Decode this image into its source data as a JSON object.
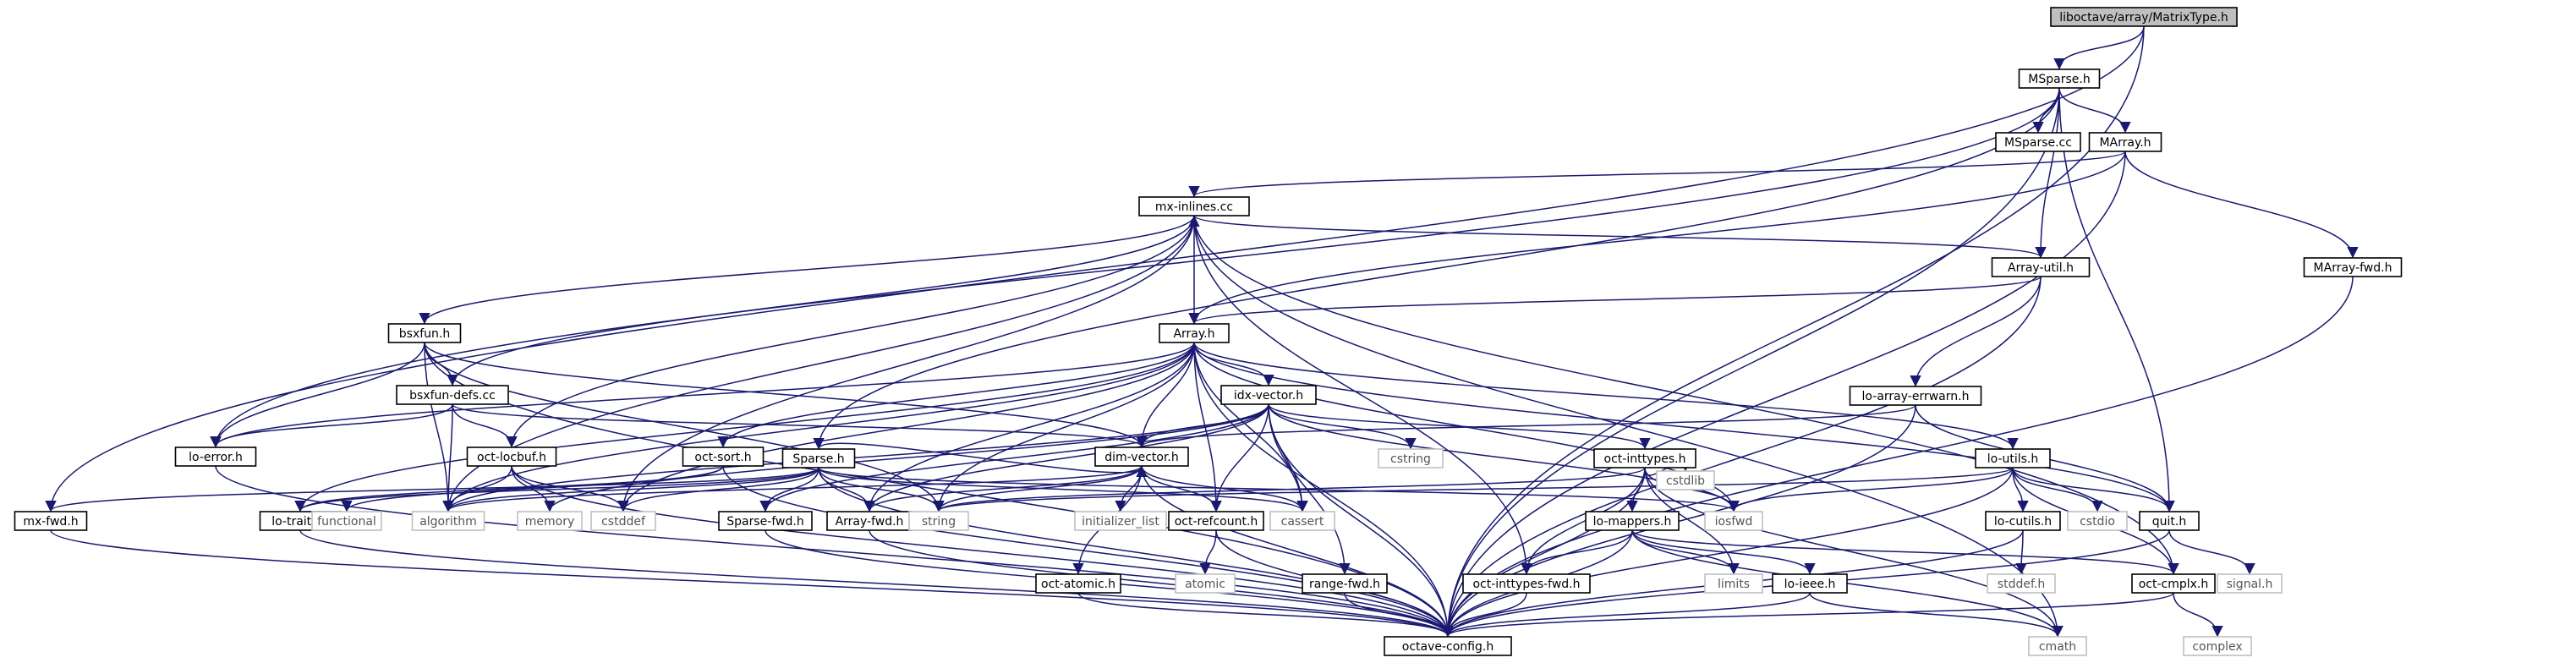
{
  "graph": {
    "root": "liboctave/array/MatrixType.h",
    "edge_color": "#191970",
    "root_fill": "#bfbfbf",
    "external_stroke": "#bfbfbf",
    "nodes": [
      {
        "id": "matrixtype",
        "label": "liboctave/array/MatrixType.h",
        "kind": "root"
      },
      {
        "id": "msparse",
        "label": "MSparse.h",
        "kind": "link"
      },
      {
        "id": "msparse_cc",
        "label": "MSparse.cc",
        "kind": "link"
      },
      {
        "id": "marray",
        "label": "MArray.h",
        "kind": "link"
      },
      {
        "id": "mx_inlines",
        "label": "mx-inlines.cc",
        "kind": "link"
      },
      {
        "id": "array_util",
        "label": "Array-util.h",
        "kind": "link"
      },
      {
        "id": "marray_fwd",
        "label": "MArray-fwd.h",
        "kind": "link"
      },
      {
        "id": "array",
        "label": "Array.h",
        "kind": "link"
      },
      {
        "id": "bsxfun",
        "label": "bsxfun.h",
        "kind": "link"
      },
      {
        "id": "bsxfun_defs",
        "label": "bsxfun-defs.cc",
        "kind": "link"
      },
      {
        "id": "lo_array_errwarn",
        "label": "lo-array-errwarn.h",
        "kind": "link"
      },
      {
        "id": "idx_vector",
        "label": "idx-vector.h",
        "kind": "link"
      },
      {
        "id": "lo_error",
        "label": "lo-error.h",
        "kind": "link"
      },
      {
        "id": "oct_sort",
        "label": "oct-sort.h",
        "kind": "link"
      },
      {
        "id": "oct_locbuf",
        "label": "oct-locbuf.h",
        "kind": "link"
      },
      {
        "id": "sparse",
        "label": "Sparse.h",
        "kind": "link"
      },
      {
        "id": "dim_vector",
        "label": "dim-vector.h",
        "kind": "link"
      },
      {
        "id": "cstring",
        "label": "cstring",
        "kind": "ext"
      },
      {
        "id": "oct_inttypes",
        "label": "oct-inttypes.h",
        "kind": "link"
      },
      {
        "id": "lo_utils",
        "label": "lo-utils.h",
        "kind": "link"
      },
      {
        "id": "mx_fwd",
        "label": "mx-fwd.h",
        "kind": "link"
      },
      {
        "id": "lo_traits",
        "label": "lo-traits.h",
        "kind": "link"
      },
      {
        "id": "functional",
        "label": "functional",
        "kind": "ext"
      },
      {
        "id": "algorithm",
        "label": "algorithm",
        "kind": "ext"
      },
      {
        "id": "memory",
        "label": "memory",
        "kind": "ext"
      },
      {
        "id": "cstddef",
        "label": "cstddef",
        "kind": "ext"
      },
      {
        "id": "sparse_fwd",
        "label": "Sparse-fwd.h",
        "kind": "link"
      },
      {
        "id": "array_fwd",
        "label": "Array-fwd.h",
        "kind": "link"
      },
      {
        "id": "string",
        "label": "string",
        "kind": "ext"
      },
      {
        "id": "initializer_list",
        "label": "initializer_list",
        "kind": "ext"
      },
      {
        "id": "oct_refcount",
        "label": "oct-refcount.h",
        "kind": "link"
      },
      {
        "id": "cassert",
        "label": "cassert",
        "kind": "ext"
      },
      {
        "id": "iosfwd",
        "label": "iosfwd",
        "kind": "ext"
      },
      {
        "id": "cstdlib",
        "label": "cstdlib",
        "kind": "ext"
      },
      {
        "id": "lo_mappers",
        "label": "lo-mappers.h",
        "kind": "link"
      },
      {
        "id": "lo_cutils",
        "label": "lo-cutils.h",
        "kind": "link"
      },
      {
        "id": "cstdio",
        "label": "cstdio",
        "kind": "ext"
      },
      {
        "id": "quit",
        "label": "quit.h",
        "kind": "link"
      },
      {
        "id": "oct_atomic",
        "label": "oct-atomic.h",
        "kind": "link"
      },
      {
        "id": "atomic",
        "label": "atomic",
        "kind": "ext"
      },
      {
        "id": "range_fwd",
        "label": "range-fwd.h",
        "kind": "link"
      },
      {
        "id": "limits",
        "label": "limits",
        "kind": "ext"
      },
      {
        "id": "oct_inttypes_fwd",
        "label": "oct-inttypes-fwd.h",
        "kind": "link"
      },
      {
        "id": "lo_ieee",
        "label": "lo-ieee.h",
        "kind": "link"
      },
      {
        "id": "stddef",
        "label": "stddef.h",
        "kind": "ext"
      },
      {
        "id": "oct_cmplx",
        "label": "oct-cmplx.h",
        "kind": "link"
      },
      {
        "id": "signal",
        "label": "signal.h",
        "kind": "ext"
      },
      {
        "id": "octave_config",
        "label": "octave-config.h",
        "kind": "link"
      },
      {
        "id": "cmath",
        "label": "cmath",
        "kind": "ext"
      },
      {
        "id": "complex",
        "label": "complex",
        "kind": "ext"
      }
    ],
    "edges": [
      [
        "matrixtype",
        "msparse"
      ],
      [
        "matrixtype",
        "mx_fwd"
      ],
      [
        "matrixtype",
        "octave_config"
      ],
      [
        "msparse",
        "msparse_cc"
      ],
      [
        "msparse",
        "marray"
      ],
      [
        "msparse",
        "array_util"
      ],
      [
        "msparse",
        "sparse"
      ],
      [
        "msparse",
        "lo_error"
      ],
      [
        "msparse",
        "quit"
      ],
      [
        "msparse",
        "octave_config"
      ],
      [
        "marray",
        "mx_inlines"
      ],
      [
        "marray",
        "marray_fwd"
      ],
      [
        "marray",
        "array"
      ],
      [
        "marray",
        "octave_config"
      ],
      [
        "mx_inlines",
        "array_util"
      ],
      [
        "mx_inlines",
        "array"
      ],
      [
        "mx_inlines",
        "bsxfun"
      ],
      [
        "mx_inlines",
        "oct_locbuf"
      ],
      [
        "mx_inlines",
        "cstddef"
      ],
      [
        "mx_inlines",
        "algorithm"
      ],
      [
        "mx_inlines",
        "oct_cmplx"
      ],
      [
        "mx_inlines",
        "oct_inttypes_fwd"
      ],
      [
        "mx_inlines",
        "cmath"
      ],
      [
        "marray_fwd",
        "octave_config"
      ],
      [
        "array_util",
        "array"
      ],
      [
        "array_util",
        "lo_array_errwarn"
      ],
      [
        "array_util",
        "octave_config"
      ],
      [
        "array",
        "idx_vector"
      ],
      [
        "array",
        "dim_vector"
      ],
      [
        "array",
        "lo_error"
      ],
      [
        "array",
        "oct_sort"
      ],
      [
        "array",
        "lo_traits"
      ],
      [
        "array",
        "lo_utils"
      ],
      [
        "array",
        "array_fwd"
      ],
      [
        "array",
        "oct_refcount"
      ],
      [
        "array",
        "string"
      ],
      [
        "array",
        "cassert"
      ],
      [
        "array",
        "iosfwd"
      ],
      [
        "array",
        "quit"
      ],
      [
        "array",
        "algorithm"
      ],
      [
        "array",
        "cstddef"
      ],
      [
        "array",
        "octave_config"
      ],
      [
        "bsxfun",
        "bsxfun_defs"
      ],
      [
        "bsxfun",
        "dim_vector"
      ],
      [
        "bsxfun",
        "lo_error"
      ],
      [
        "bsxfun",
        "algorithm"
      ],
      [
        "bsxfun",
        "string"
      ],
      [
        "bsxfun",
        "octave_config"
      ],
      [
        "bsxfun_defs",
        "mx_inlines"
      ],
      [
        "bsxfun_defs",
        "oct_locbuf"
      ],
      [
        "bsxfun_defs",
        "dim_vector"
      ],
      [
        "bsxfun_defs",
        "lo_error"
      ],
      [
        "bsxfun_defs",
        "algorithm"
      ],
      [
        "lo_array_errwarn",
        "dim_vector"
      ],
      [
        "lo_array_errwarn",
        "quit"
      ],
      [
        "lo_array_errwarn",
        "octave_config"
      ],
      [
        "idx_vector",
        "dim_vector"
      ],
      [
        "idx_vector",
        "cstring"
      ],
      [
        "idx_vector",
        "oct_inttypes"
      ],
      [
        "idx_vector",
        "array_fwd"
      ],
      [
        "idx_vector",
        "oct_refcount"
      ],
      [
        "idx_vector",
        "range_fwd"
      ],
      [
        "idx_vector",
        "sparse_fwd"
      ],
      [
        "idx_vector",
        "cassert"
      ],
      [
        "idx_vector",
        "iosfwd"
      ],
      [
        "idx_vector",
        "algorithm"
      ],
      [
        "idx_vector",
        "memory"
      ],
      [
        "idx_vector",
        "octave_config"
      ],
      [
        "lo_error",
        "octave_config"
      ],
      [
        "oct_sort",
        "lo_traits"
      ],
      [
        "oct_sort",
        "functional"
      ],
      [
        "oct_sort",
        "octave_config"
      ],
      [
        "oct_locbuf",
        "algorithm"
      ],
      [
        "oct_locbuf",
        "memory"
      ],
      [
        "oct_locbuf",
        "cstddef"
      ],
      [
        "oct_locbuf",
        "octave_config"
      ],
      [
        "sparse",
        "dim_vector"
      ],
      [
        "sparse",
        "sparse_fwd"
      ],
      [
        "sparse",
        "array_fwd"
      ],
      [
        "sparse",
        "mx_fwd"
      ],
      [
        "sparse",
        "lo_traits"
      ],
      [
        "sparse",
        "string"
      ],
      [
        "sparse",
        "cassert"
      ],
      [
        "sparse",
        "cstddef"
      ],
      [
        "sparse",
        "algorithm"
      ],
      [
        "sparse",
        "iosfwd"
      ],
      [
        "sparse",
        "octave_config"
      ],
      [
        "dim_vector",
        "oct_refcount"
      ],
      [
        "dim_vector",
        "array_fwd"
      ],
      [
        "dim_vector",
        "initializer_list"
      ],
      [
        "dim_vector",
        "oct_atomic"
      ],
      [
        "dim_vector",
        "string"
      ],
      [
        "dim_vector",
        "cassert"
      ],
      [
        "dim_vector",
        "algorithm"
      ],
      [
        "dim_vector",
        "octave_config"
      ],
      [
        "oct_inttypes",
        "lo_mappers"
      ],
      [
        "oct_inttypes",
        "oct_inttypes_fwd"
      ],
      [
        "oct_inttypes",
        "limits"
      ],
      [
        "oct_inttypes",
        "cstdlib"
      ],
      [
        "oct_inttypes",
        "iosfwd"
      ],
      [
        "oct_inttypes",
        "cmath"
      ],
      [
        "oct_inttypes",
        "string"
      ],
      [
        "oct_inttypes",
        "octave_config"
      ],
      [
        "lo_utils",
        "lo_cutils"
      ],
      [
        "lo_utils",
        "oct_cmplx"
      ],
      [
        "lo_utils",
        "quit"
      ],
      [
        "lo_utils",
        "cstdio"
      ],
      [
        "lo_utils",
        "iosfwd"
      ],
      [
        "lo_utils",
        "string"
      ],
      [
        "lo_utils",
        "octave_config"
      ],
      [
        "mx_fwd",
        "octave_config"
      ],
      [
        "lo_traits",
        "octave_config"
      ],
      [
        "sparse_fwd",
        "octave_config"
      ],
      [
        "array_fwd",
        "octave_config"
      ],
      [
        "oct_refcount",
        "atomic"
      ],
      [
        "oct_refcount",
        "octave_config"
      ],
      [
        "lo_mappers",
        "lo_ieee"
      ],
      [
        "lo_mappers",
        "oct_cmplx"
      ],
      [
        "lo_mappers",
        "oct_inttypes_fwd"
      ],
      [
        "lo_mappers",
        "limits"
      ],
      [
        "lo_mappers",
        "cmath"
      ],
      [
        "lo_mappers",
        "octave_config"
      ],
      [
        "lo_cutils",
        "stddef"
      ],
      [
        "lo_cutils",
        "octave_config"
      ],
      [
        "quit",
        "signal"
      ],
      [
        "quit",
        "octave_config"
      ],
      [
        "oct_atomic",
        "octave_config"
      ],
      [
        "range_fwd",
        "octave_config"
      ],
      [
        "oct_inttypes_fwd",
        "octave_config"
      ],
      [
        "lo_ieee",
        "cmath"
      ],
      [
        "lo_ieee",
        "octave_config"
      ],
      [
        "oct_cmplx",
        "complex"
      ],
      [
        "oct_cmplx",
        "octave_config"
      ]
    ]
  }
}
